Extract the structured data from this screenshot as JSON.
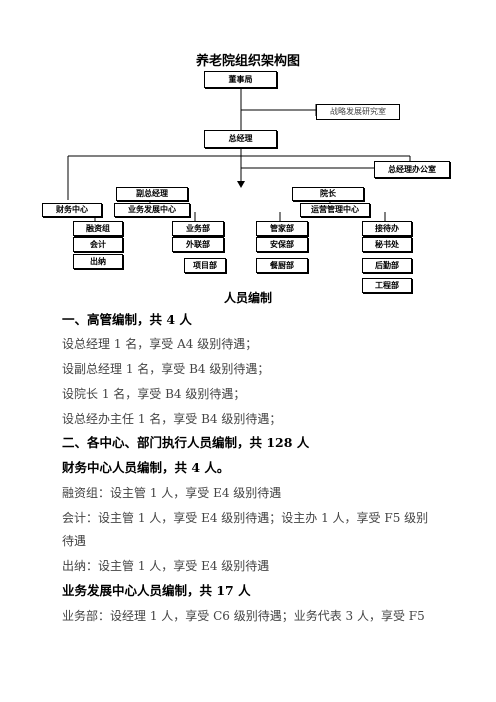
{
  "doc": {
    "title": "养老院组织架构图",
    "org": {
      "board": "董事局",
      "strategy_office": "战略发展研究室",
      "gm": "总经理",
      "gm_office": "总经理办公室",
      "deputy_gm": "副总经理",
      "dean": "院长",
      "finance_center": "财务中心",
      "business_center": "业务发展中心",
      "ops_center": "运营管理中心",
      "financing": "融资组",
      "accounting": "会计",
      "cashier": "出纳",
      "business_dept": "业务部",
      "liaison_dept": "外联部",
      "project_dept": "项目部",
      "housekeeping": "管家部",
      "security": "安保部",
      "catering": "餐厨部",
      "reception": "接待办",
      "secretariat": "秘书处",
      "logistics": "后勤部",
      "engineering": "工程部"
    },
    "section_title": "人员编制",
    "lines": [
      "一、高管编制，共 4 人",
      "设总经理 1 名，享受 A4 级别待遇；",
      "设副总经理 1 名，享受 B4 级别待遇；",
      "设院长 1 名，享受 B4 级别待遇；",
      "设总经办主任 1 名，享受 B4 级别待遇；",
      "二、各中心、部门执行人员编制，共 128 人",
      "财务中心人员编制，共 4 人。",
      "融资组：设主管 1 人，享受 E4 级别待遇",
      "会计：设主管 1 人，享受 E4 级别待遇；设主办 1 人，享受 F5 级别",
      "待遇",
      "出纳：设主管 1 人，享受 E4 级别待遇",
      "业务发展中心人员编制，共 17 人",
      "业务部：设经理 1 人，享受 C6 级别待遇；业务代表 3 人，享受 F5"
    ]
  }
}
